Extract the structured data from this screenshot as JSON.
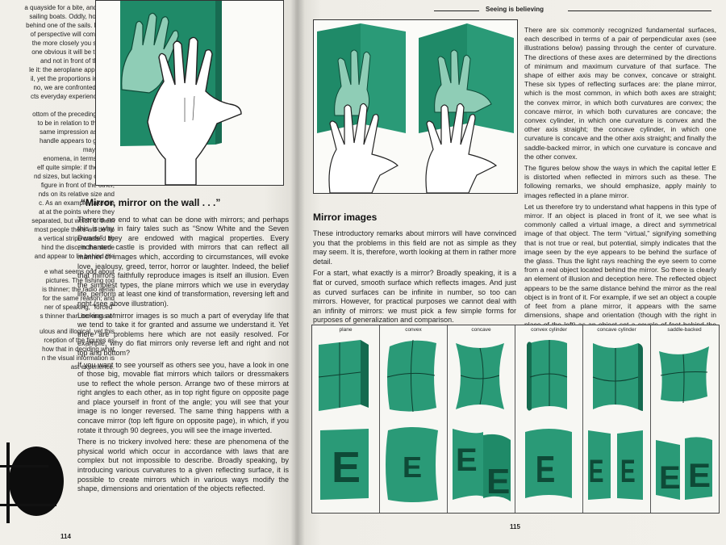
{
  "left_page": {
    "page_number": "114",
    "fragment_lines": [
      "a quayside for a bite, and some",
      "sailing boats. Oddly, however,",
      "behind one of the sails. Experi-",
      "of perspective will combine to",
      "the more closely you stare at",
      "one obvious it will be that the",
      "and not in front of the sail.",
      "le it: the aeroplane appears to",
      "il, yet the proportions indicate",
      "no, we are confronted with a",
      "cts everyday experience, and",
      "ity.",
      "ottom of the preceding page,",
      "to be in relation to the girl's",
      "same impression as in the",
      "handle appears to go right",
      "may seem.",
      "enomena, in terms of the",
      "elf quite simple: if there are",
      "nd sizes, but lacking outline,",
      "figure in front of the other,",
      "nds on its relative size and",
      "c. As an example, take the",
      "at at the points where they",
      "separated, but which of them",
      "most people there will be no",
      "a vertical stripe crossed by",
      "hind the disc, in the same",
      "and appear to lie behind the",
      "",
      "e what seems odd about",
      "pictures. The fishing rod",
      "is thinner; the radio aerial",
      "for the same reason; and",
      "ner of speaking, \"forced\"",
      "s thinner than her mass of",
      "",
      "ulous and illogical, yet this",
      "rception of the figures as",
      "how that in deciding what",
      "n the visual information is",
      "ast experience."
    ],
    "heading": "“Mirror, mirror on the wall . . .”",
    "paragraphs": [
      "There is no end to what can be done with mirrors; and perhaps this is why in fairy tales such as “Snow White and the Seven Dwarfs” they are endowed with magical properties. Every enchanted castle is provided with mirrors that can reflect all manner of images which, according to circumstances, will evoke love, jealousy, greed, terror, horror or laughter. Indeed, the belief that mirrors faithfully reproduce images is itself an illusion. Even the simplest types, the plane mirrors which we use in everyday life, perform at least one kind of transformation, reversing left and right (see above illustration).",
      "Looking at mirror images is so much a part of everyday life that we tend to take it for granted and assume we understand it. Yet there are problems here which are not easily resolved. For example, why do flat mirrors only reverse left and right and not top and bottom?",
      "If you want to see yourself as others see you, have a look in one of those big, movable flat mirrors which tailors or dressmakers use to reflect the whole person. Arrange two of these mirrors at right angles to each other, as in top right figure on opposite page and place yourself in front of the angle; you will see that your image is no longer reversed. The same thing happens with a concave mirror (top left figure on opposite page), in which, if you rotate it through 90 degrees, you will see the image inverted.",
      "There is no trickery involved here: these are phenomena of the physical world which occur in accordance with laws that are complex but not impossible to describe. Broadly speaking, by introducing various curvatures to a given reflecting surface, it is possible to create mirrors which in various ways modify the shape, dimensions and orientation of the objects reflected."
    ]
  },
  "right_page": {
    "running_head": "Seeing is believing",
    "page_number": "115",
    "heading": "Mirror images",
    "intro_paragraphs": [
      "These introductory remarks about mirrors will have convinced you that the problems in this field are not as simple as they may seem. It is, therefore, worth looking at them in rather more detail.",
      "For a start, what exactly is a mirror? Broadly speaking, it is a flat or curved, smooth surface which reflects images. And just as curved surfaces can be infinite in number, so too can mirrors. However, for practical purposes we cannot deal with an infinity of mirrors: we must pick a few simple forms for purposes of generalization and comparison."
    ],
    "column_paragraphs": [
      "There are six commonly recognized fundamental surfaces, each described in terms of a pair of perpendicular axes (see illustrations below) passing through the center of curvature. The directions of these axes are determined by the directions of minimum and maximum curvature of that surface. The shape of either axis may be convex, concave or straight. These six types of reflecting surfaces are: the plane mirror, which is the most common, in which both axes are straight; the convex mirror, in which both curvatures are convex; the concave mirror, in which both curvatures are concave; the convex cylinder, in which one curvature is convex and the other axis straight; the concave cylinder, in which one curvature is concave and the other axis straight; and finally the saddle-backed mirror, in which one curvature is concave and the other convex.",
      "The figures below show the ways in which the capital letter E is distorted when reflected in mirrors such as these. The following remarks, we should emphasize, apply mainly to images reflected in a plane mirror.",
      "Let us therefore try to understand what happens in this type of mirror. If an object is placed in front of it, we see what is commonly called a virtual image, a direct and symmetrical image of that object. The term “virtual,” signifying something that is not true or real, but potential, simply indicates that the image seen by the eye appears to be behind the surface of the glass. Thus the light rays reaching the eye seem to come from a real object located behind the mirror. So there is clearly an element of illusion and deception here. The reflected object appears to be the same distance behind the mirror as the real object is in front of it. For example, if we set an object a couple of feet from a plane mirror, it appears with the same dimensions, shape and orientation (though with the right in place of the left) as an object set a couple of feet behind the mirror. This is simply an immediate consequence of the general law"
    ],
    "mirror_types": [
      "plane",
      "convex",
      "concave",
      "convex cylinder",
      "concave cylinder",
      "saddle-backed"
    ],
    "reflected_letter": "E"
  },
  "colors": {
    "mirror_green": "#1f8a68",
    "paper": "#efede7",
    "ink": "#222222"
  }
}
